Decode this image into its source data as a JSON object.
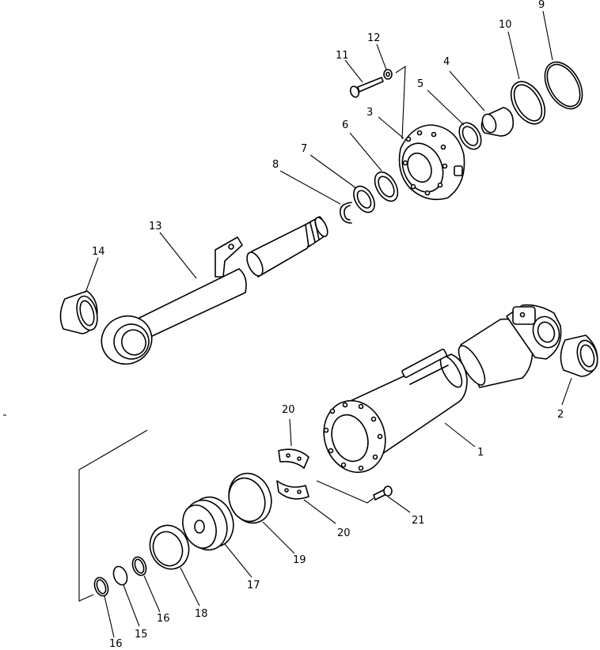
{
  "parts": [
    {
      "id": "p1",
      "number": "1"
    },
    {
      "id": "p2",
      "number": "2"
    },
    {
      "id": "p3",
      "number": "3"
    },
    {
      "id": "p4",
      "number": "4"
    },
    {
      "id": "p5",
      "number": "5"
    },
    {
      "id": "p6",
      "number": "6"
    },
    {
      "id": "p7",
      "number": "7"
    },
    {
      "id": "p8",
      "number": "8"
    },
    {
      "id": "p9",
      "number": "9"
    },
    {
      "id": "p10",
      "number": "10"
    },
    {
      "id": "p11",
      "number": "11"
    },
    {
      "id": "p12",
      "number": "12"
    },
    {
      "id": "p13",
      "number": "13"
    },
    {
      "id": "p14",
      "number": "14"
    },
    {
      "id": "p15",
      "number": "15"
    },
    {
      "id": "p16a",
      "number": "16"
    },
    {
      "id": "p16b",
      "number": "16"
    },
    {
      "id": "p17",
      "number": "17"
    },
    {
      "id": "p18",
      "number": "18"
    },
    {
      "id": "p19",
      "number": "19"
    },
    {
      "id": "p20a",
      "number": "20"
    },
    {
      "id": "p20b",
      "number": "20"
    },
    {
      "id": "p21",
      "number": "21"
    }
  ]
}
